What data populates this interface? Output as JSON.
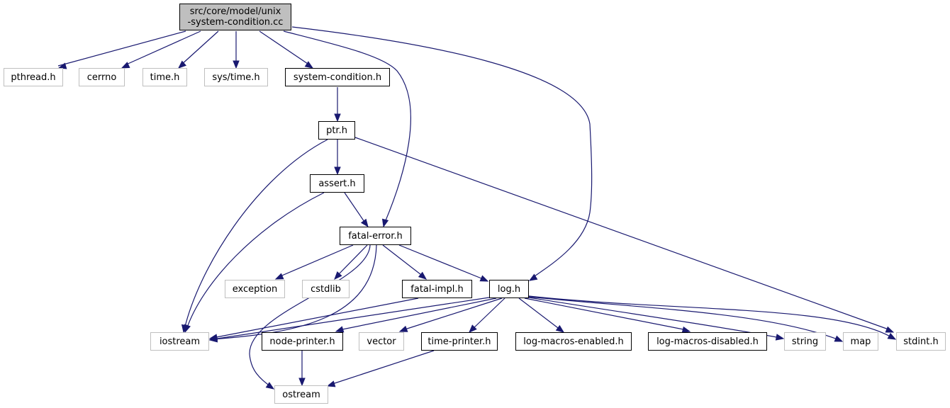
{
  "graph": {
    "root": {
      "line1": "src/core/model/unix",
      "line2": "-system-condition.cc"
    },
    "nodes": {
      "pthread": "pthread.h",
      "cerrno": "cerrno",
      "time": "time.h",
      "systime": "sys/time.h",
      "syscond": "system-condition.h",
      "ptr": "ptr.h",
      "assert": "assert.h",
      "fatalerror": "fatal-error.h",
      "exception": "exception",
      "cstdlib": "cstdlib",
      "fatalimpl": "fatal-impl.h",
      "log": "log.h",
      "iostream": "iostream",
      "nodeprinter": "node-printer.h",
      "vector": "vector",
      "timeprinter": "time-printer.h",
      "logenabled": "log-macros-enabled.h",
      "logdisabled": "log-macros-disabled.h",
      "string": "string",
      "map": "map",
      "stdint": "stdint.h",
      "ostream": "ostream"
    }
  }
}
